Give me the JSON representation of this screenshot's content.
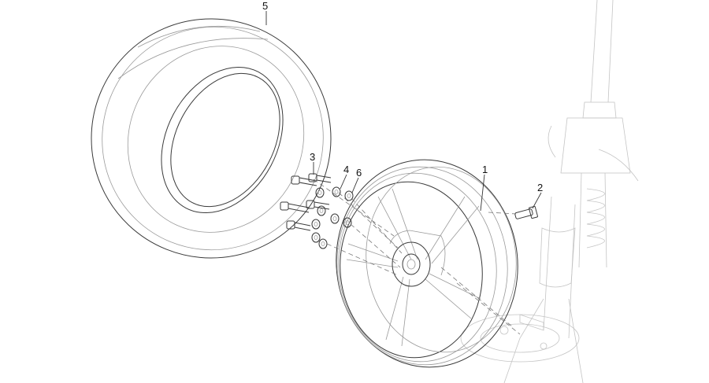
{
  "callouts": {
    "wheel_rim": "1",
    "valve": "2",
    "bolt": "3",
    "washer_a": "4",
    "washer_b": "6",
    "tire": "5"
  },
  "colors": {
    "line": "#3a3a3a",
    "light_line": "#9a9a9a",
    "background": "#ffffff"
  }
}
